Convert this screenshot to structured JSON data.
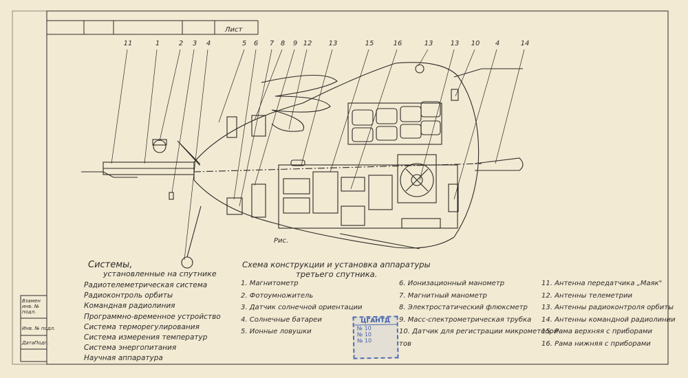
{
  "header": {
    "sheet_label": "Лист"
  },
  "figure_label": "Рис.",
  "callouts": [
    "11",
    "1",
    "2",
    "3",
    "4",
    "5",
    "6",
    "7",
    "8",
    "9",
    "12",
    "13",
    "15",
    "16",
    "13",
    "13",
    "10",
    "4",
    "14"
  ],
  "systems": {
    "title": "Системы,",
    "subtitle": "установленные на спутнике",
    "items": [
      "Радиотелеметрическая система",
      "Радиоконтроль орбиты",
      "Командная радиолиния",
      "Программно-временное устройство",
      "Система терморегулирования",
      "Система измерения температур",
      "Система энергопитания",
      "Научная аппаратура"
    ]
  },
  "scheme": {
    "title": "Схема конструкции и установка аппаратуры",
    "subtitle": "третьего спутника.",
    "legend_col1": [
      "1. Магнитометр",
      "2. Фотоумножитель",
      "3. Датчик солнечной ориентации",
      "4. Солнечные батареи",
      "5. Ионные ловушки"
    ],
    "legend_col2": [
      "6. Ионизационный манометр",
      "7. Магнитный манометр",
      "8. Электростатический флюксметр",
      "9. Масс-спектрометрическая трубка",
      "10. Датчик для регистрации микрометеори-",
      "тов"
    ],
    "legend_col3": [
      "11. Антенна передатчика „Маяк\"",
      "12. Антенны телеметрии",
      "13. Антенны радиоконтроля орбиты",
      "14. Антенны командной радиолинии",
      "15. Рама верхняя с приборами",
      "16. Рама нижняя с приборами"
    ]
  },
  "side_labels": [
    "Взамен инв. № подл.",
    "Инв. № подл.",
    "Дата",
    "Подп."
  ],
  "stamp": {
    "title": "ЦГАНТД",
    "line1": "№ 10",
    "line2": "№ 10",
    "line3": "№ 10"
  }
}
